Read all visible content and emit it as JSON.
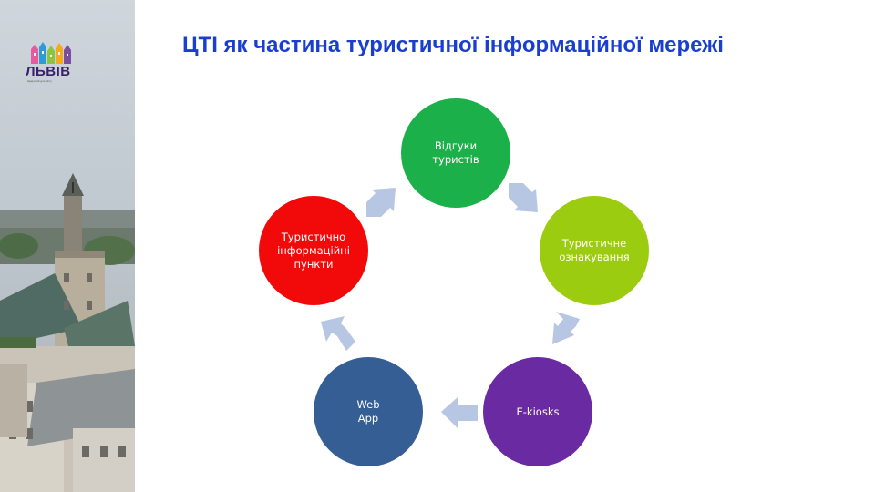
{
  "slide": {
    "title": "ЦТІ як частина туристичної інформаційної мережі"
  },
  "logo": {
    "wordmark": "ЛЬВІВ",
    "tagline": "відкритий для світу"
  },
  "diagram": {
    "nodes": [
      {
        "id": "feedback",
        "label": "Відгуки\nтуристів",
        "color": "#1cb04a",
        "text_color": "#ffffff"
      },
      {
        "id": "signage",
        "label": "Туристичне\nознакування",
        "color": "#9ccc0f",
        "text_color": "#ffffff"
      },
      {
        "id": "ekiosks",
        "label": "E-kiosks",
        "color": "#6a2aa1",
        "text_color": "#ffffff"
      },
      {
        "id": "webapp",
        "label": "Web\nApp",
        "color": "#355f94",
        "text_color": "#ffffff"
      },
      {
        "id": "tic",
        "label": "Туристично\nінформаційні\nпункти",
        "color": "#f20a0a",
        "text_color": "#ffffff"
      }
    ],
    "arrow_color": "#b7c7e3",
    "flow": "clockwise"
  }
}
